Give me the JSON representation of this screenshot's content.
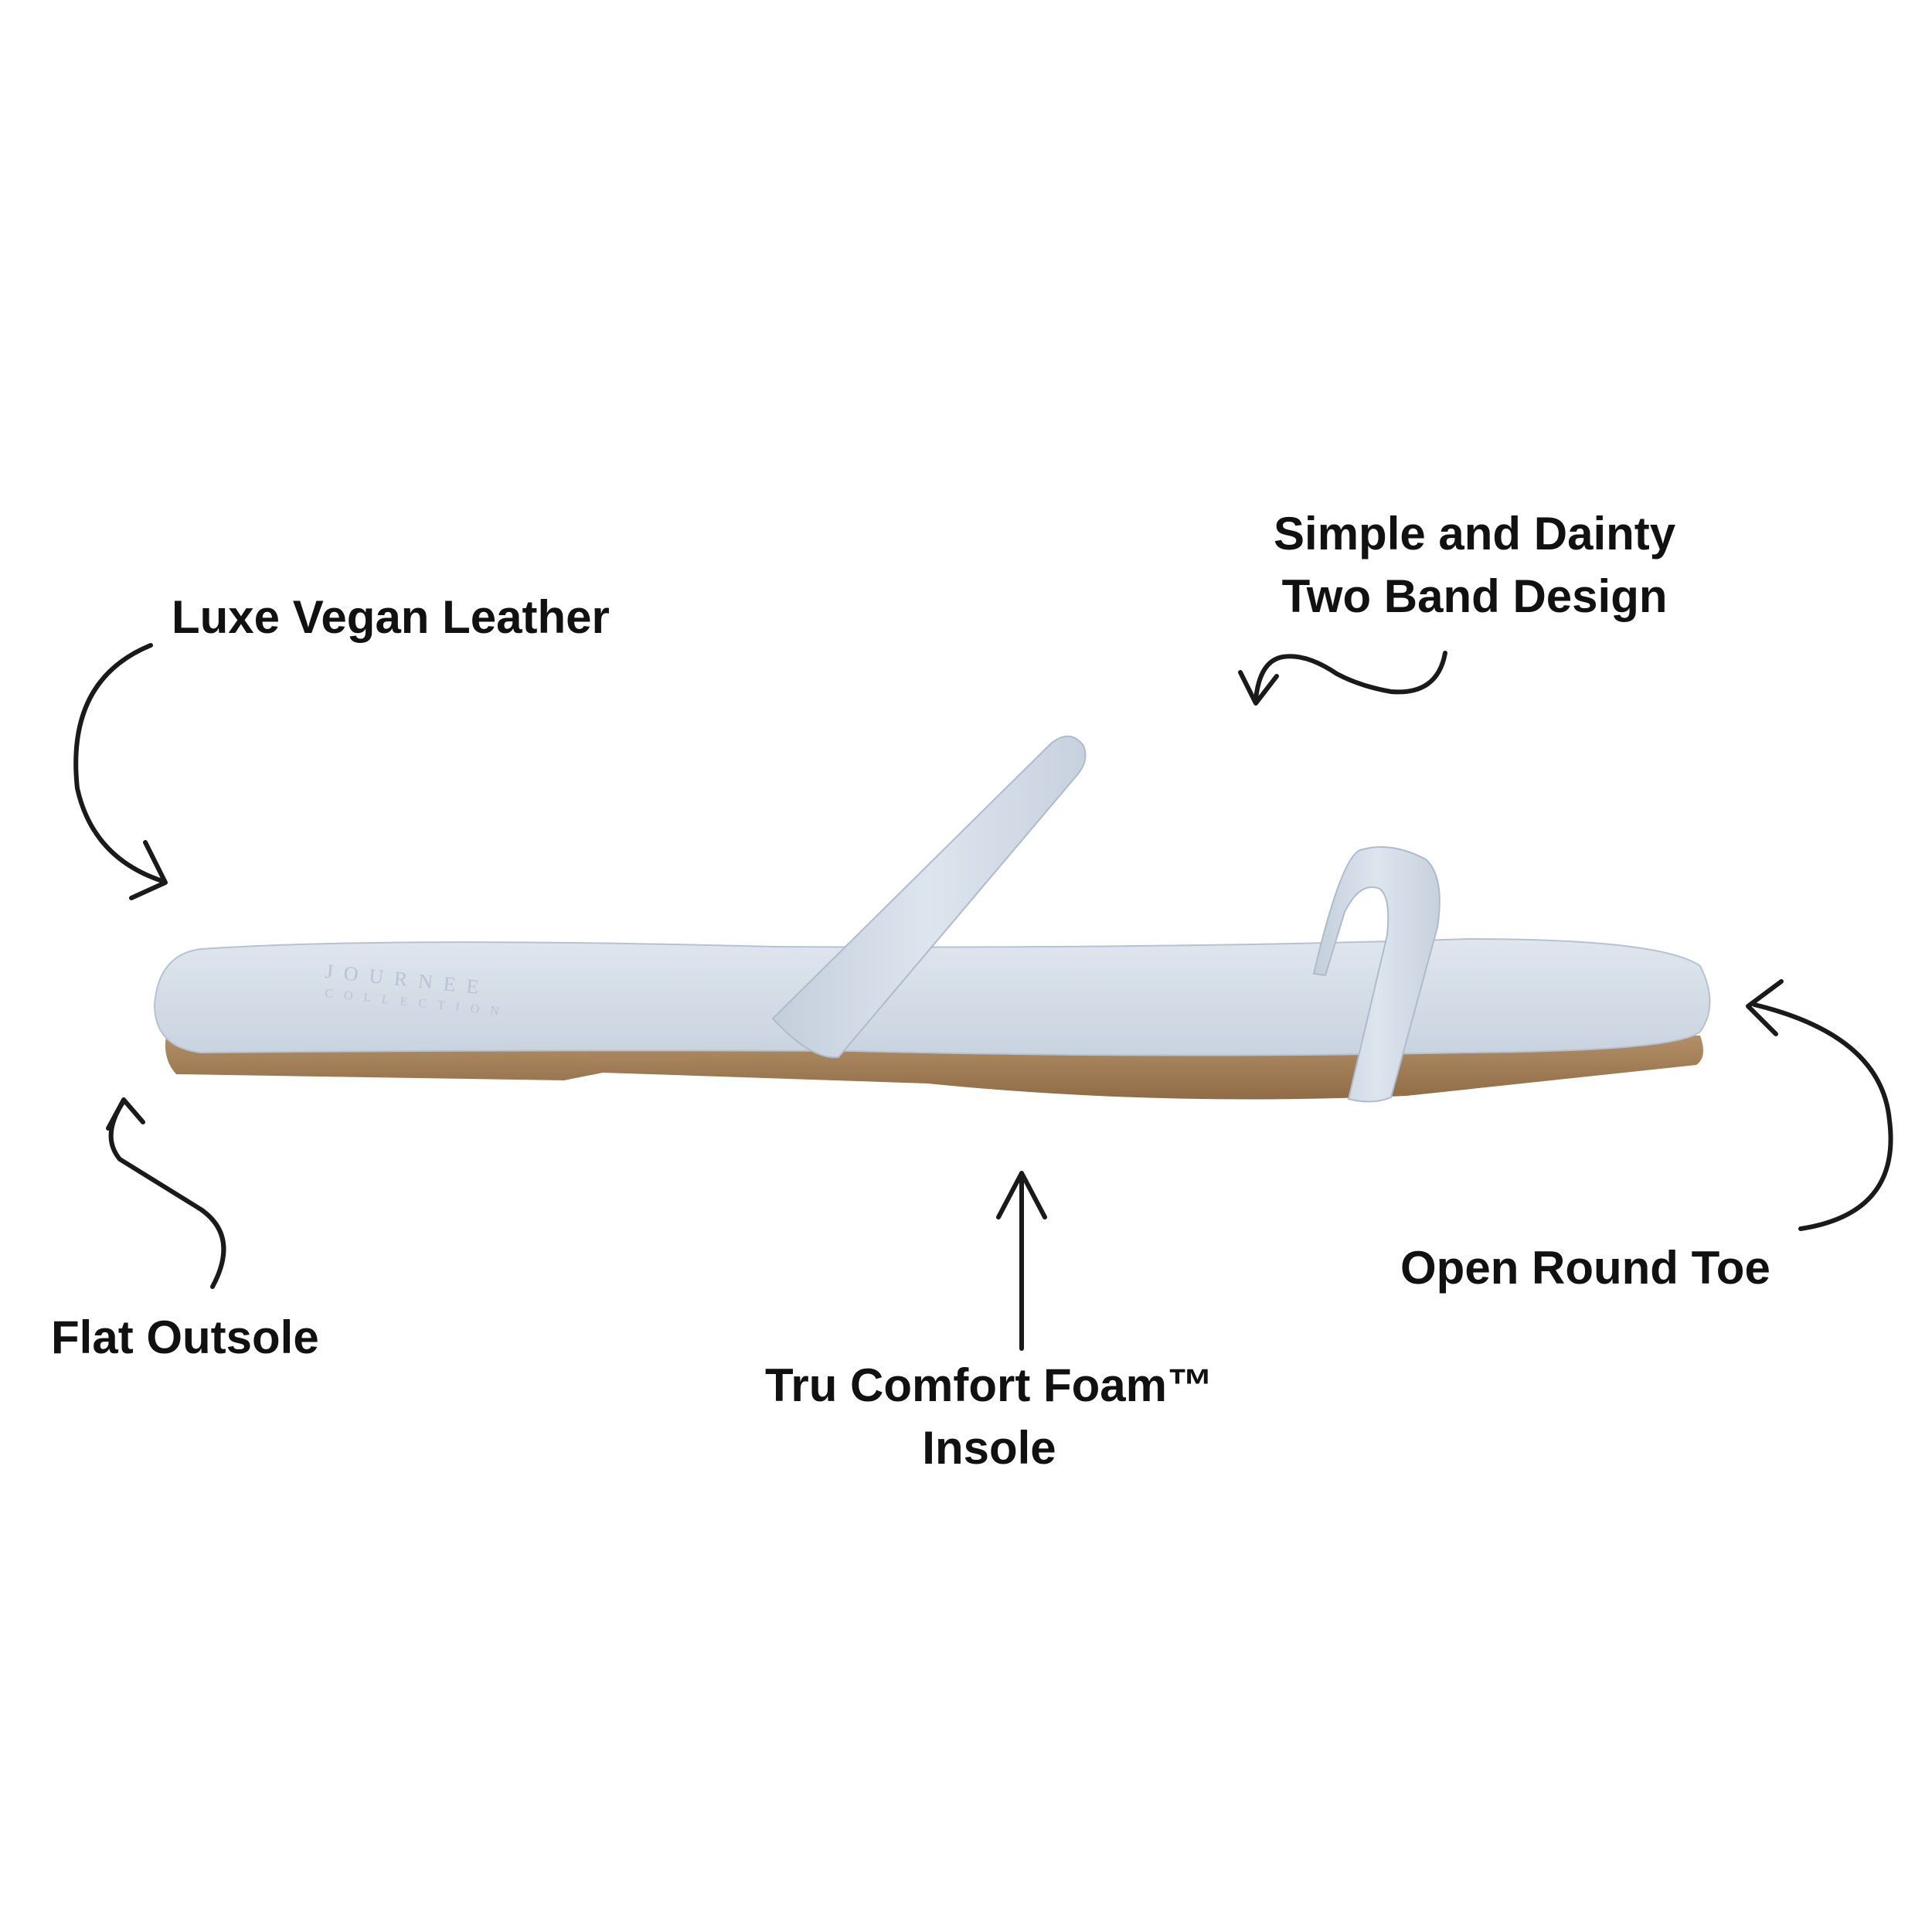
{
  "colors": {
    "background": "#ffffff",
    "text": "#111111",
    "arrow": "#1a1a1a",
    "sandal_upper": "#d6dee8",
    "sandal_upper_shadow": "#bcc7d4",
    "sole": "#a8835a"
  },
  "callouts": {
    "luxe_vegan_leather": "Luxe Vegan Leather",
    "simple_dainty_line1": "Simple and Dainty",
    "simple_dainty_line2": "Two Band Design",
    "open_round_toe": "Open Round Toe",
    "flat_outsole": "Flat Outsole",
    "tru_comfort_line1": "Tru Comfort Foam™",
    "tru_comfort_line2": "Insole"
  },
  "insole_brand": {
    "line1": "JOURNEE",
    "line2": "COLLECTION"
  }
}
